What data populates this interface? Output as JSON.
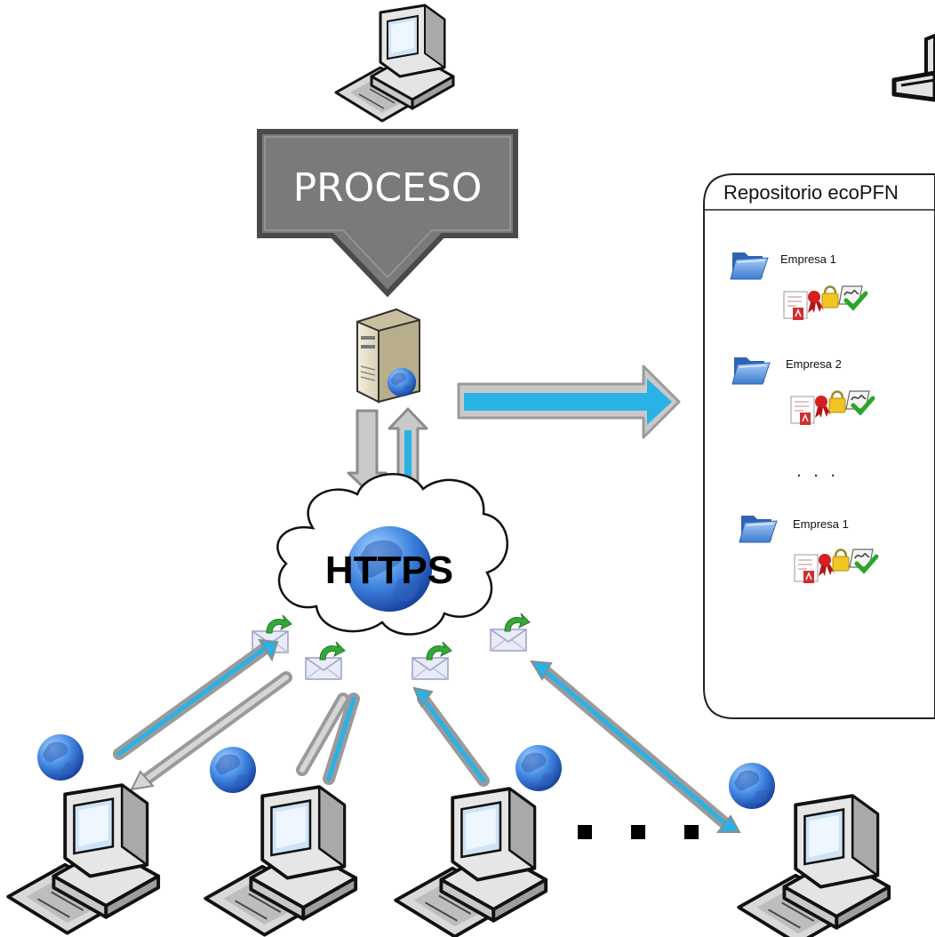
{
  "process": {
    "label": "PROCESO"
  },
  "network": {
    "label": "HTTPS"
  },
  "repository": {
    "title": "Repositorio ecoPFN",
    "companies": [
      {
        "name": "Empresa 1"
      },
      {
        "name": "Empresa 2"
      },
      {
        "name": "Empresa 1"
      }
    ],
    "ellipsis": ". . ."
  },
  "clients": {
    "ellipsis_squares": 3
  },
  "colors": {
    "process_arrow": "#7a7a7a",
    "process_border": "#4a4a4a",
    "flow_blue": "#29b2e6",
    "flow_gray": "#a8a8a8",
    "arrow_outline": "#8c8c8c",
    "folder": "#4a86d8",
    "globe": "#2f6fd0"
  },
  "icons": {
    "top_computer": "desktop-computer-icon",
    "server": "server-icon",
    "globe": "globe-icon",
    "email": "email-incoming-icon",
    "folder": "folder-icon",
    "pdf": "pdf-document-icon",
    "certificate": "certificate-ribbon-icon",
    "lock": "lock-icon",
    "signature": "signature-check-icon"
  }
}
